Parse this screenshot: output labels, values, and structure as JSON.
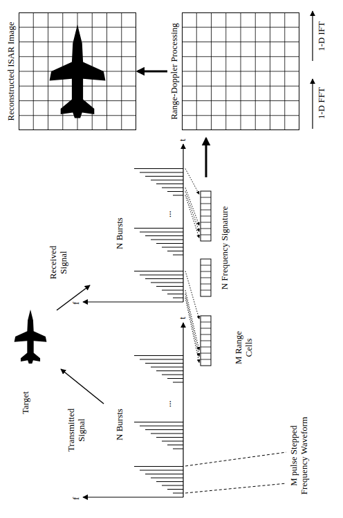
{
  "diagram": {
    "nodes": [
      {
        "text": [
          "Reconstructed ISAR Image"
        ]
      },
      {
        "text": [
          "Range-Doppler Processing"
        ]
      }
    ],
    "edges": [
      {
        "from": 1,
        "to": 0,
        "arrow": "to"
      }
    ],
    "labels": [
      "Target",
      "Transmitted Signal",
      "Received Signal",
      "f",
      "t",
      "N Bursts",
      "...",
      "M pulse Stepped Frequency Waveform",
      "f",
      "t",
      "N Bursts",
      "...",
      "M Range Cells",
      "N Frequency Signature",
      "1-D IFT",
      "1-D FFT"
    ]
  }
}
